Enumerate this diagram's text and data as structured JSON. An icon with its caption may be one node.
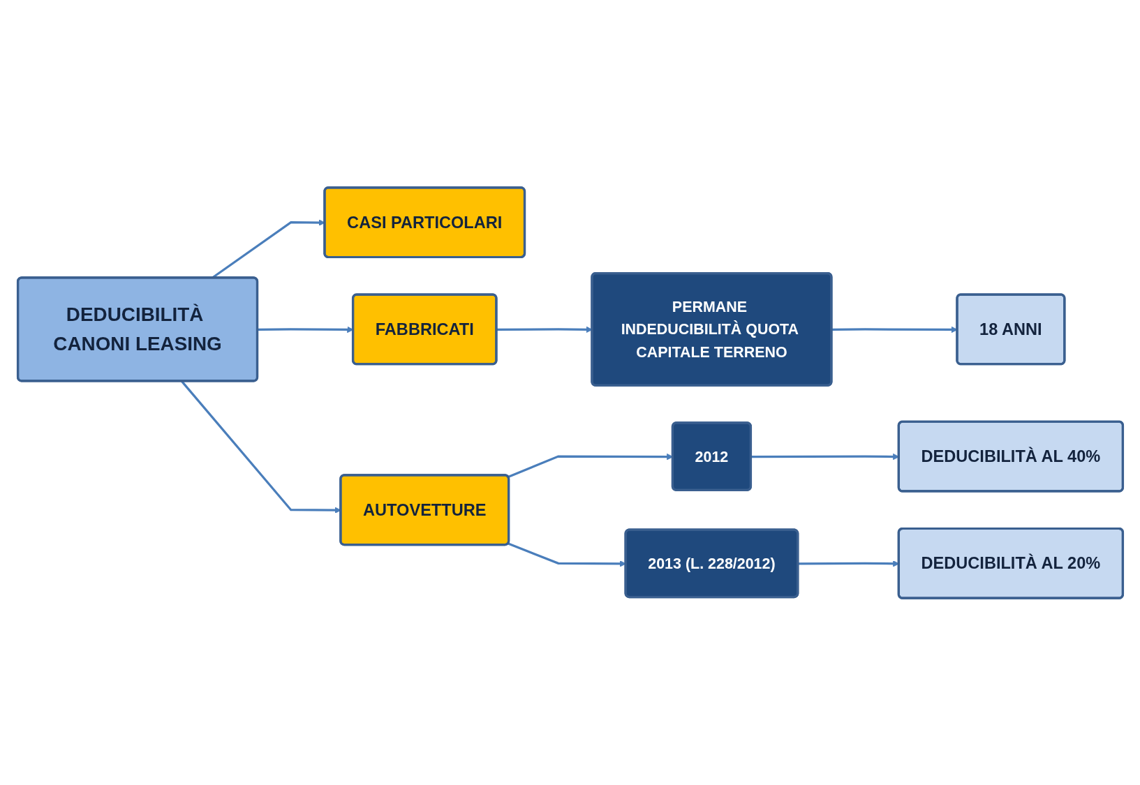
{
  "diagram": {
    "nodes": [
      {
        "text": [
          "DEDUCIBILITÀ CANONI LEASING"
        ]
      },
      {
        "text": [
          "CASI PARTICOLARI"
        ]
      },
      {
        "text": [
          "FABBRICATI"
        ]
      },
      {
        "text": [
          "PERMANE INDEDUCIBILITÀ QUOTA CAPITALE TERRENO"
        ]
      },
      {
        "text": [
          "18 ANNI"
        ]
      },
      {
        "text": [
          "AUTOVETTURE"
        ]
      },
      {
        "text": [
          "2012"
        ]
      },
      {
        "text": [
          "DEDUCIBILITÀ AL 40%"
        ]
      },
      {
        "text": [
          "2013 (L. 228/2012)"
        ]
      },
      {
        "text": [
          "DEDUCIBILITÀ AL 20%"
        ]
      }
    ],
    "edges": [
      {
        "from": 0,
        "to": 1,
        "arrow": "to"
      },
      {
        "from": 0,
        "to": 2,
        "arrow": "to"
      },
      {
        "from": 0,
        "to": 5,
        "arrow": "to"
      },
      {
        "from": 2,
        "to": 3,
        "arrow": "to"
      },
      {
        "from": 3,
        "to": 4,
        "arrow": "to"
      },
      {
        "from": 5,
        "to": 6,
        "arrow": "to"
      },
      {
        "from": 5,
        "to": 8,
        "arrow": "to"
      },
      {
        "from": 6,
        "to": 7,
        "arrow": "to"
      },
      {
        "from": 8,
        "to": 9,
        "arrow": "to"
      }
    ]
  }
}
